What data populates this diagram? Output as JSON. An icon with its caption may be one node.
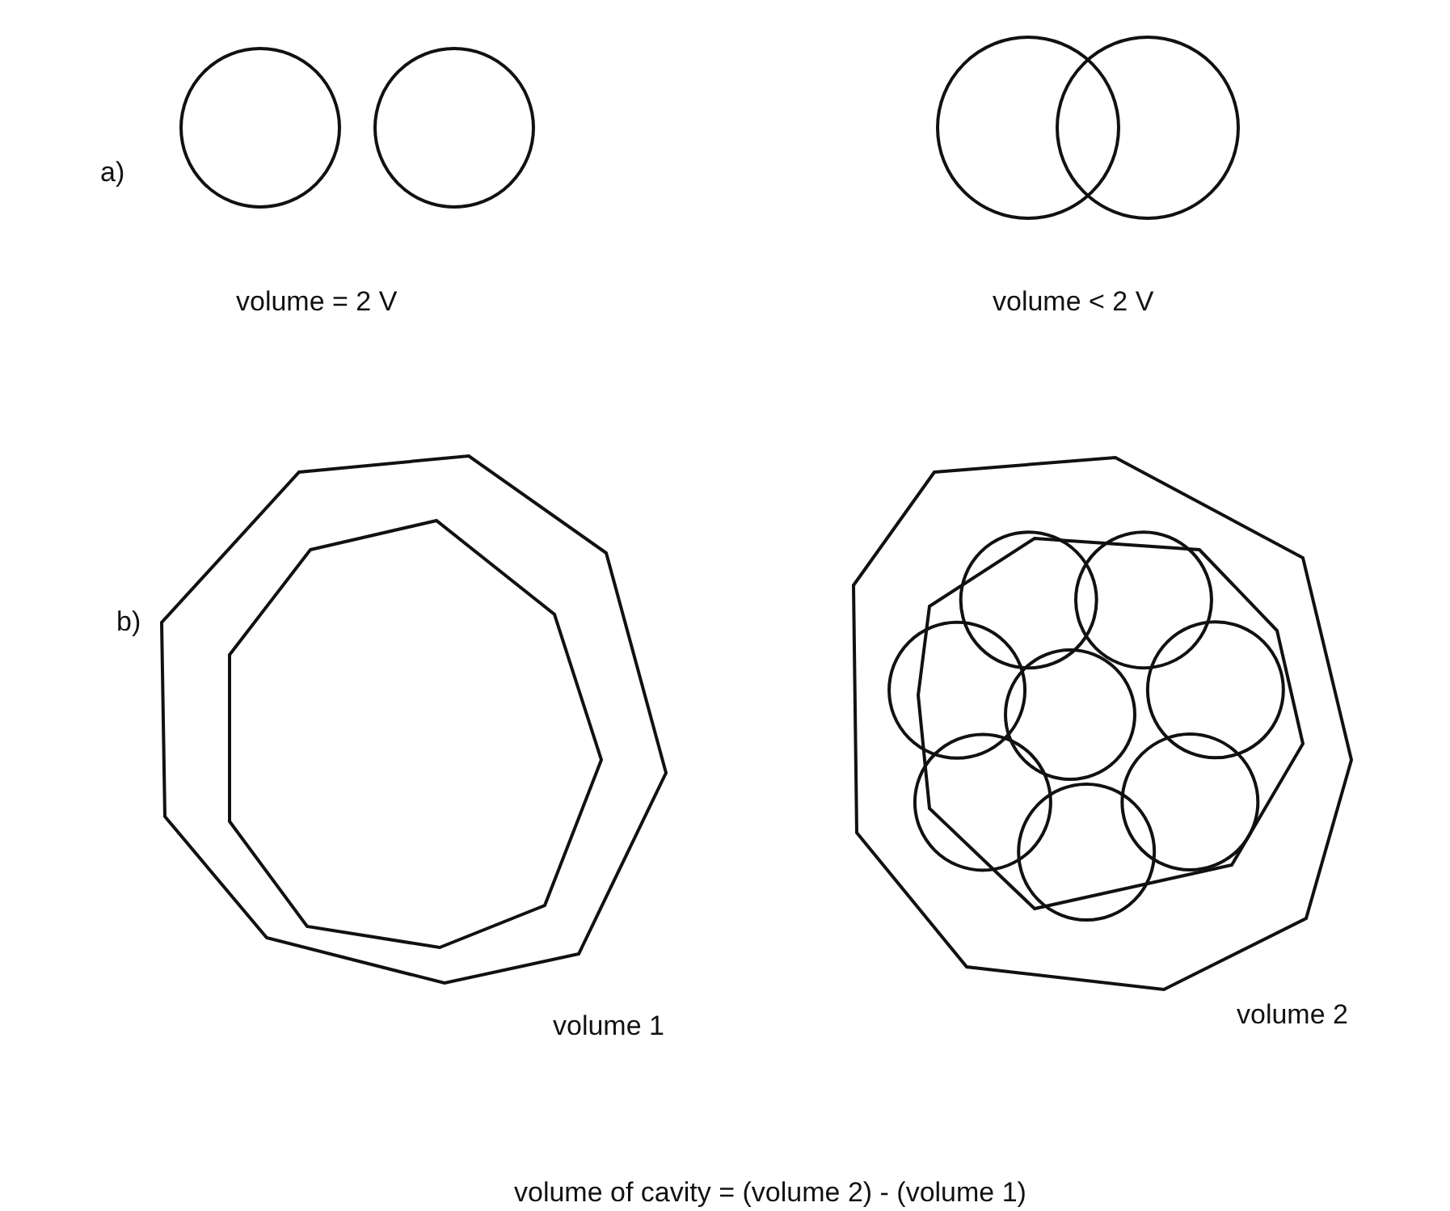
{
  "diagram": {
    "labels": [
      "a)",
      "volume = 2 V",
      "volume < 2 V",
      "b)",
      "volume 1",
      "volume 2",
      "volume of cavity = (volume 2) - (volume 1)"
    ]
  }
}
